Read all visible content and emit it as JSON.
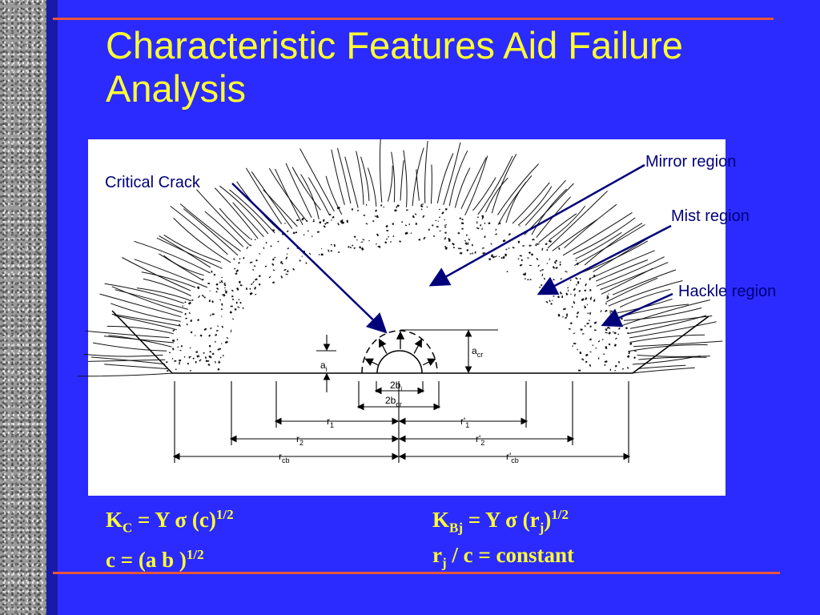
{
  "title": {
    "line1": "Characteristic Features Aid Failure",
    "line2": "Analysis"
  },
  "diagram": {
    "callouts": {
      "mirror": "Mirror region",
      "mist": "Mist region",
      "hackle": "Hackle region",
      "crack": "Critical Crack"
    },
    "dims": {
      "a_cr": "a",
      "a_cr_sub": "cr",
      "a_i": "a",
      "a_i_sub": "i",
      "two_b_i": "2b",
      "two_b_i_sub": "i",
      "two_b_cr": "2b",
      "two_b_cr_sub": "cr",
      "r1": "r",
      "r1_sub": "1",
      "r1p": "r'",
      "r1p_sub": "1",
      "r2": "r",
      "r2_sub": "2",
      "r2p": "r'",
      "r2p_sub": "2",
      "rcb": "r",
      "rcb_sub": "cb",
      "rcbp": "r'",
      "rcbp_sub": "cb"
    }
  },
  "formulas": {
    "left": {
      "k": "K",
      "k_sub": "C",
      "k_rest": " = Y σ (c)",
      "k_sup": "1/2",
      "c": "c = (a b )",
      "c_sup": "1/2"
    },
    "right": {
      "k": "K",
      "k_sub": "Bj",
      "k_rest": " = Y σ (r",
      "k_sub2": "j",
      "k_rest2": ")",
      "k_sup": "1/2",
      "r": "r",
      "r_sub": "j",
      "r_rest": " / c = constant"
    }
  },
  "colors": {
    "background": "#2b2bff",
    "title": "#ffff33",
    "rule": "#e8553a",
    "callout": "#00007a"
  }
}
